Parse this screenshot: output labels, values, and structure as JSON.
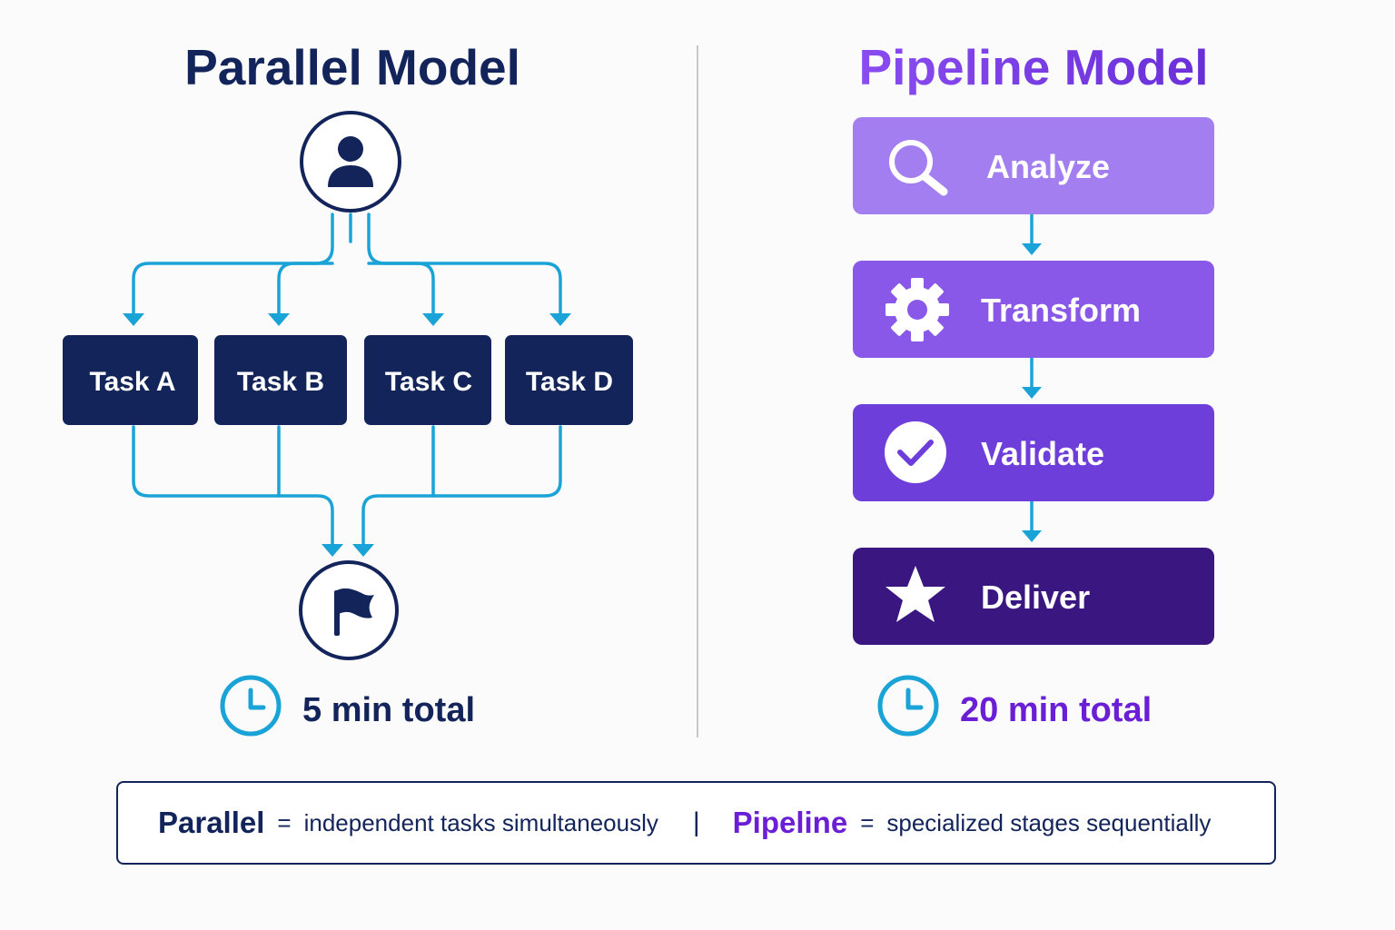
{
  "parallel": {
    "title": "Parallel Model",
    "tasks": [
      "Task A",
      "Task B",
      "Task C",
      "Task D"
    ],
    "start_icon": "user-icon",
    "end_icon": "flag-icon",
    "time_icon": "clock-icon",
    "time_label": "5 min total"
  },
  "pipeline": {
    "title": "Pipeline Model",
    "stages": [
      {
        "label": "Analyze",
        "icon": "search-icon"
      },
      {
        "label": "Transform",
        "icon": "gear-icon"
      },
      {
        "label": "Validate",
        "icon": "check-circle-icon"
      },
      {
        "label": "Deliver",
        "icon": "star-icon"
      }
    ],
    "time_icon": "clock-icon",
    "time_label": "20 min total"
  },
  "legend": {
    "parallel_term": "Parallel",
    "parallel_eq": "=",
    "parallel_desc": "independent tasks simultaneously",
    "separator": "|",
    "pipeline_term": "Pipeline",
    "pipeline_eq": "=",
    "pipeline_desc": "specialized stages sequentially"
  },
  "colors": {
    "navy": "#13245a",
    "connector": "#1aa3d6",
    "title_purple": "#7b3fe4",
    "stage_fills": [
      "#a27ef0",
      "#8a58e8",
      "#6d3ed9",
      "#3a1680"
    ]
  }
}
